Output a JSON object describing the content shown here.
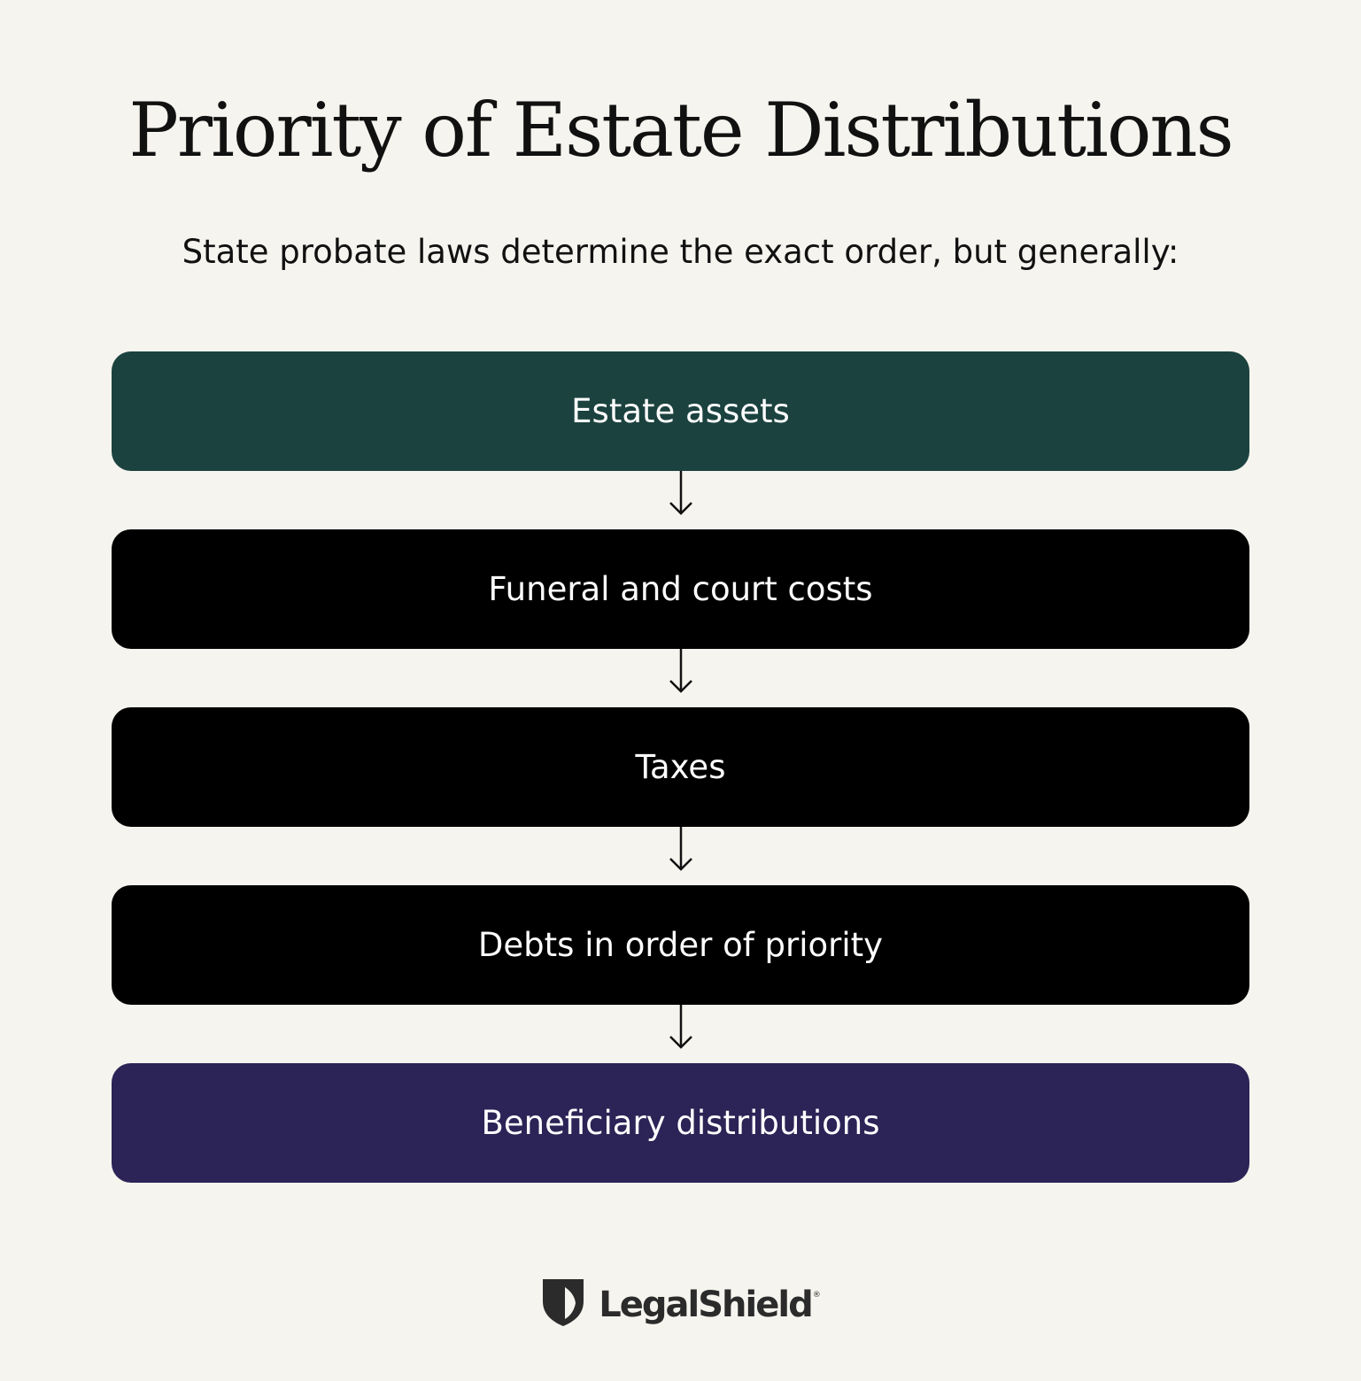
{
  "title": "Priority of Estate Distributions",
  "subtitle": "State probate laws determine the exact order, but generally:",
  "steps": [
    {
      "label": "Estate assets",
      "color": "#1b423f"
    },
    {
      "label": "Funeral and court costs",
      "color": "#000000"
    },
    {
      "label": "Taxes",
      "color": "#000000"
    },
    {
      "label": "Debts in order of priority",
      "color": "#000000"
    },
    {
      "label": "Beneficiary distributions",
      "color": "#2c2356"
    }
  ],
  "brand": {
    "name": "LegalShield",
    "mark": "®",
    "logo_icon": "shield-icon"
  },
  "colors": {
    "background": "#f5f4ee",
    "text": "#111111"
  }
}
